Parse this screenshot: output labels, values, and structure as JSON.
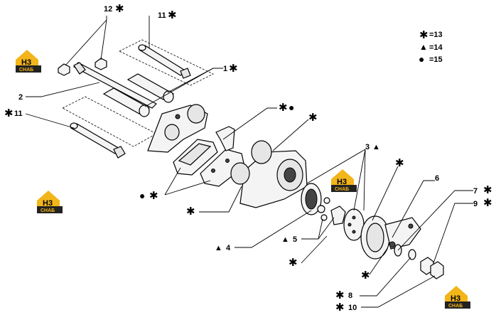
{
  "legend": {
    "items": [
      {
        "symbol": "✱",
        "text": "=13"
      },
      {
        "symbol": "▲",
        "text": "=14"
      },
      {
        "symbol": "●",
        "text": "=15"
      }
    ]
  },
  "labels": {
    "l12": "12",
    "l11a": "11",
    "l1": "1",
    "l2": "2",
    "l11b": "11",
    "l3": "3",
    "l6": "6",
    "l7": "7",
    "l9": "9",
    "l4": "4",
    "l5": "5",
    "l8": "8",
    "l10": "10"
  },
  "marks": {
    "star": "✱",
    "triangle": "▲",
    "circle": "●"
  },
  "logo": {
    "main": "H3",
    "sub": "CHAБ"
  },
  "colors": {
    "logo_yellow": "#f2b51a",
    "ink": "#000000"
  }
}
